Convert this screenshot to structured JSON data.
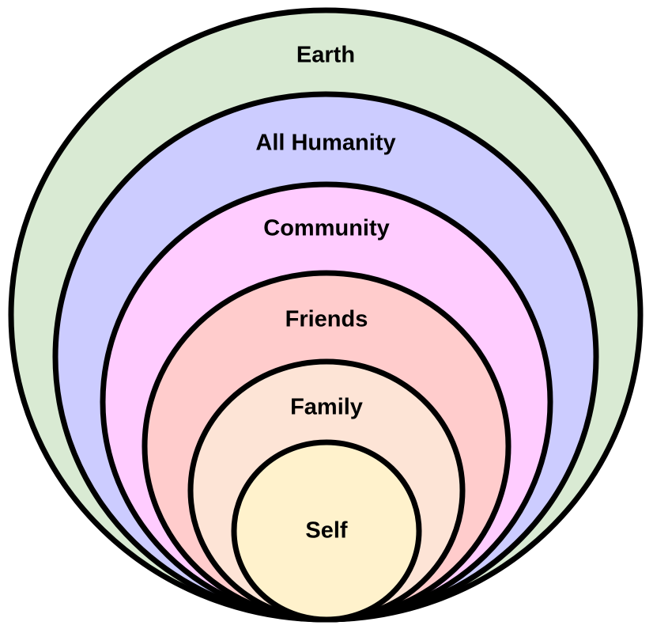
{
  "diagram": {
    "type": "nested-circles",
    "layers": [
      {
        "label": "Earth",
        "color": "#d9ead3"
      },
      {
        "label": "All Humanity",
        "color": "#ccccff"
      },
      {
        "label": "Community",
        "color": "#ffccff"
      },
      {
        "label": "Friends",
        "color": "#ffcccc"
      },
      {
        "label": "Family",
        "color": "#fde4d6"
      },
      {
        "label": "Self",
        "color": "#fff2cc"
      }
    ]
  }
}
